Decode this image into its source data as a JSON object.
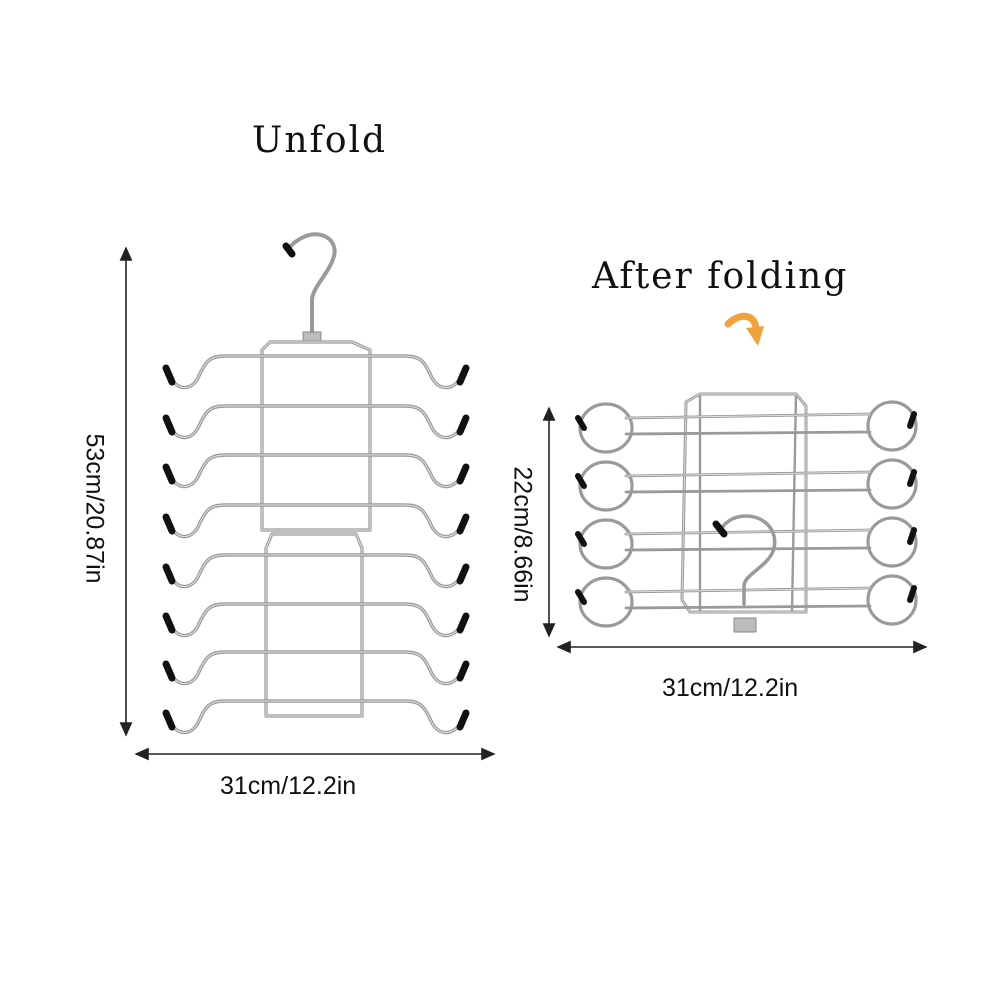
{
  "unfold": {
    "title": "Unfold",
    "height_label": "53cm/20.87in",
    "width_label": "31cm/12.2in"
  },
  "folded": {
    "title": "After folding",
    "height_label": "22cm/8.66in",
    "width_label": "31cm/12.2in",
    "arrow_color": "#f2a23a"
  },
  "colors": {
    "wire": "#9a9a9a",
    "wire_highlight": "#e2e2e2",
    "tip": "#111111",
    "dimension_line": "#222222"
  }
}
